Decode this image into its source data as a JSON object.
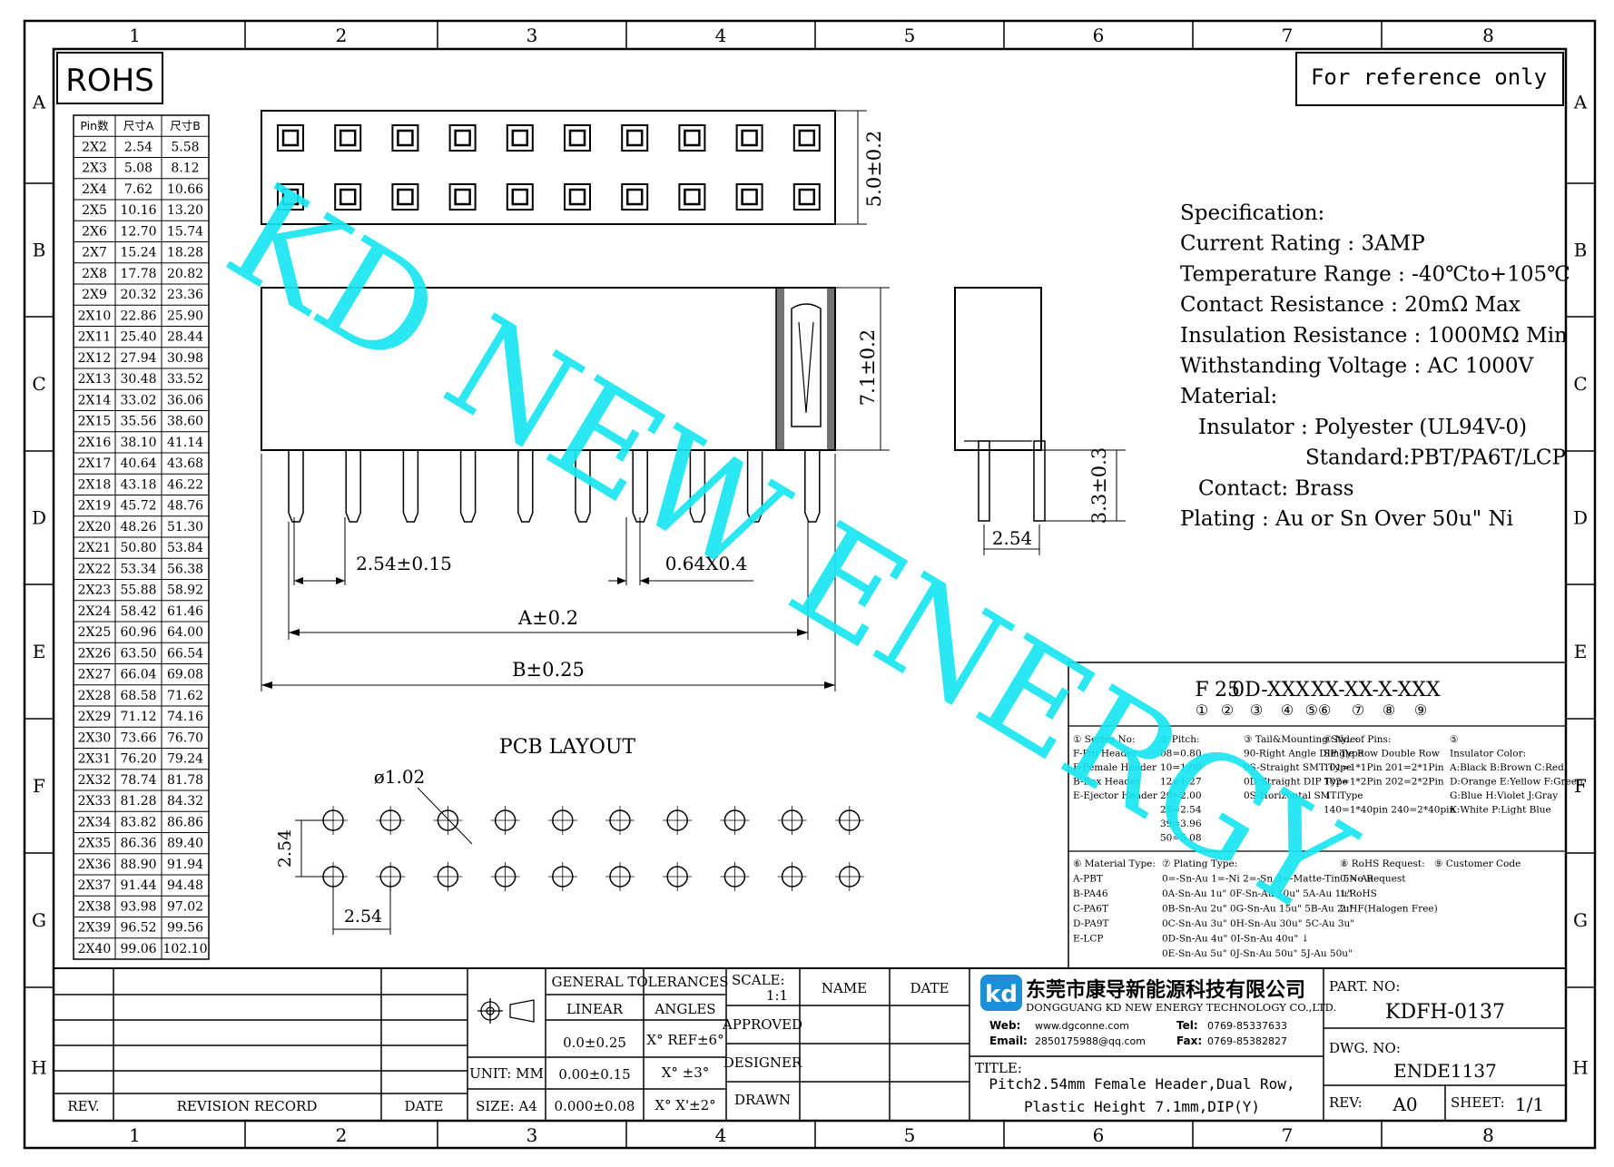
{
  "grid_columns": [
    "1",
    "2",
    "3",
    "4",
    "5",
    "6",
    "7",
    "8"
  ],
  "grid_rows": [
    "A",
    "B",
    "C",
    "D",
    "E",
    "F",
    "G",
    "H"
  ],
  "rohs_label": "ROHS",
  "reference_note": "For reference only",
  "dim_table": {
    "headers": [
      "Pin数",
      "尺寸A",
      "尺寸B"
    ],
    "rows": [
      [
        "2X2",
        "2.54",
        "5.58"
      ],
      [
        "2X3",
        "5.08",
        "8.12"
      ],
      [
        "2X4",
        "7.62",
        "10.66"
      ],
      [
        "2X5",
        "10.16",
        "13.20"
      ],
      [
        "2X6",
        "12.70",
        "15.74"
      ],
      [
        "2X7",
        "15.24",
        "18.28"
      ],
      [
        "2X8",
        "17.78",
        "20.82"
      ],
      [
        "2X9",
        "20.32",
        "23.36"
      ],
      [
        "2X10",
        "22.86",
        "25.90"
      ],
      [
        "2X11",
        "25.40",
        "28.44"
      ],
      [
        "2X12",
        "27.94",
        "30.98"
      ],
      [
        "2X13",
        "30.48",
        "33.52"
      ],
      [
        "2X14",
        "33.02",
        "36.06"
      ],
      [
        "2X15",
        "35.56",
        "38.60"
      ],
      [
        "2X16",
        "38.10",
        "41.14"
      ],
      [
        "2X17",
        "40.64",
        "43.68"
      ],
      [
        "2X18",
        "43.18",
        "46.22"
      ],
      [
        "2X19",
        "45.72",
        "48.76"
      ],
      [
        "2X20",
        "48.26",
        "51.30"
      ],
      [
        "2X21",
        "50.80",
        "53.84"
      ],
      [
        "2X22",
        "53.34",
        "56.38"
      ],
      [
        "2X23",
        "55.88",
        "58.92"
      ],
      [
        "2X24",
        "58.42",
        "61.46"
      ],
      [
        "2X25",
        "60.96",
        "64.00"
      ],
      [
        "2X26",
        "63.50",
        "66.54"
      ],
      [
        "2X27",
        "66.04",
        "69.08"
      ],
      [
        "2X28",
        "68.58",
        "71.62"
      ],
      [
        "2X29",
        "71.12",
        "74.16"
      ],
      [
        "2X30",
        "73.66",
        "76.70"
      ],
      [
        "2X31",
        "76.20",
        "79.24"
      ],
      [
        "2X32",
        "78.74",
        "81.78"
      ],
      [
        "2X33",
        "81.28",
        "84.32"
      ],
      [
        "2X34",
        "83.82",
        "86.86"
      ],
      [
        "2X35",
        "86.36",
        "89.40"
      ],
      [
        "2X36",
        "88.90",
        "91.94"
      ],
      [
        "2X37",
        "91.44",
        "94.48"
      ],
      [
        "2X38",
        "93.98",
        "97.02"
      ],
      [
        "2X39",
        "96.52",
        "99.56"
      ],
      [
        "2X40",
        "99.06",
        "102.10"
      ]
    ]
  },
  "dims": {
    "top_height": "5.0±0.2",
    "body_height": "7.1±0.2",
    "tail_length": "3.3±0.3",
    "side_pitch": "2.54",
    "pitch": "2.54±0.15",
    "pin_size": "0.64X0.4",
    "dim_a": "A±0.2",
    "dim_b": "B±0.25"
  },
  "pcb": {
    "title": "PCB LAYOUT",
    "hole": "ø1.02",
    "row_pitch": "2.54",
    "col_pitch": "2.54"
  },
  "spec_lines": [
    "Specification:",
    "Current Rating : 3AMP",
    "Temperature Range : -40℃to+105℃",
    "Contact Resistance : 20mΩ Max",
    "Insulation Resistance : 1000MΩ Min",
    "Withstanding Voltage : AC 1000V",
    "Material:",
    "  Insulator : Polyester (UL94V-0)",
    "Standard:PBT/PA6T/LCP",
    "  Contact: Brass",
    "Plating : Au or Sn Over 50u\" Ni"
  ],
  "part_code": {
    "segments": [
      "F",
      "25",
      "0D-XXX",
      "X",
      "X-XX-X-XXX"
    ],
    "markers": [
      "①",
      "②",
      "③",
      "④",
      "⑤⑥",
      "⑦",
      "⑧",
      "⑨"
    ]
  },
  "legend_cols": [
    [
      "① Series No:",
      "F-Pin Header",
      "F-Female Header",
      "B-Box Header",
      "E-Ejector Header"
    ],
    [
      "② Pitch:",
      "08=0.80",
      "10=1.00",
      "12=1.27",
      "20=2.00",
      "25=2.54",
      "39=3.96",
      "50=5.08"
    ],
    [
      "③ Tail&Mounting Style:",
      "90-Right Angle DIP Type",
      "9S-Straight SMT Type",
      "0D-Straight DIP Type",
      "0S-Horizontal SMT Type"
    ],
    [
      "④ No. of Pins:",
      "Single Row   Double Row",
      "101=1*1Pin   201=2*1Pin",
      "102=1*2Pin   202=2*2Pin",
      "  ↓             ↓",
      "140=1*40pin  240=2*40pin"
    ],
    [
      "⑤",
      "Insulator Color:",
      "A:Black  B:Brown  C:Red",
      "D:Orange E:Yellow F:Green",
      "G:Blue   H:Violet J:Gray",
      "K:White  P:Light Blue"
    ]
  ],
  "legend_bottom": [
    [
      "⑥ Material Type:",
      "A-PBT",
      "B-PA46",
      "C-PA6T",
      "D-PA9T",
      "E-LCP"
    ],
    [
      "⑦ Plating Type:",
      "0=-Sn-Au 1=-Ni 2=-Sn 3=-Matte-Tin 5=-Au",
      "0A-Sn-Au 1u\" 0F-Sn-Au 10u\"  5A-Au 1u\"",
      "0B-Sn-Au 2u\" 0G-Sn-Au 15u\"  5B-Au 2u\"",
      "0C-Sn-Au 3u\" 0H-Sn-Au 30u\"  5C-Au 3u\"",
      "0D-Sn-Au 4u\" 0I-Sn-Au 40u\"    ↓",
      "0E-Sn-Au 5u\" 0J-Sn-Au 50u\"  5J-Au 50u\""
    ],
    [
      "⑧ RoHS Request:",
      "0:No Request",
      "1:RoHS",
      "2:HF(Halogen Free)"
    ],
    [
      "⑨ Customer Code"
    ]
  ],
  "watermark": "KD NEW ENERGY",
  "title_block": {
    "rev": "REV.",
    "revision_record": "REVISION RECORD",
    "date": "DATE",
    "general_tolerances": "GENERAL TOLERANCES",
    "linear": "LINEAR",
    "angles": "ANGLES",
    "tol_rows": [
      [
        "0.0±0.25",
        "X° REF±6°"
      ],
      [
        "0.00±0.15",
        "X° ±3°"
      ],
      [
        "0.000±0.08",
        "X° X'±2°"
      ]
    ],
    "unit": "UNIT: MM",
    "size": "SIZE: A4",
    "scale_label": "SCALE:",
    "scale_value": "1:1",
    "name": "NAME",
    "date2": "DATE",
    "approved": "APPROVED",
    "designer": "DESIGNER",
    "drawn": "DRAWN",
    "company_cn": "东莞市康导新能源科技有限公司",
    "company_en": "DONGGUANG KD NEW ENERGY TECHNOLOGY CO.,LTD.",
    "web_label": "Web:",
    "web": "www.dgconne.com",
    "tel_label": "Tel:",
    "tel": "0769-85337633",
    "email_label": "Email:",
    "email": "2850175988@qq.com",
    "fax_label": "Fax:",
    "fax": "0769-85382827",
    "title_label": "TITLE:",
    "title_line1": "Pitch2.54mm Female Header,Dual Row,",
    "title_line2": "Plastic Height 7.1mm,DIP(Y)",
    "part_no_label": "PART. NO:",
    "part_no": "KDFH-0137",
    "dwg_no_label": "DWG. NO:",
    "dwg_no": "ENDE1137",
    "rev_label": "REV:",
    "rev_value": "A0",
    "sheet_label": "SHEET:",
    "sheet_value": "1/1"
  },
  "colors": {
    "watermark": "#18e6f0",
    "logo": "#1c8fd8",
    "line": "#000000"
  }
}
